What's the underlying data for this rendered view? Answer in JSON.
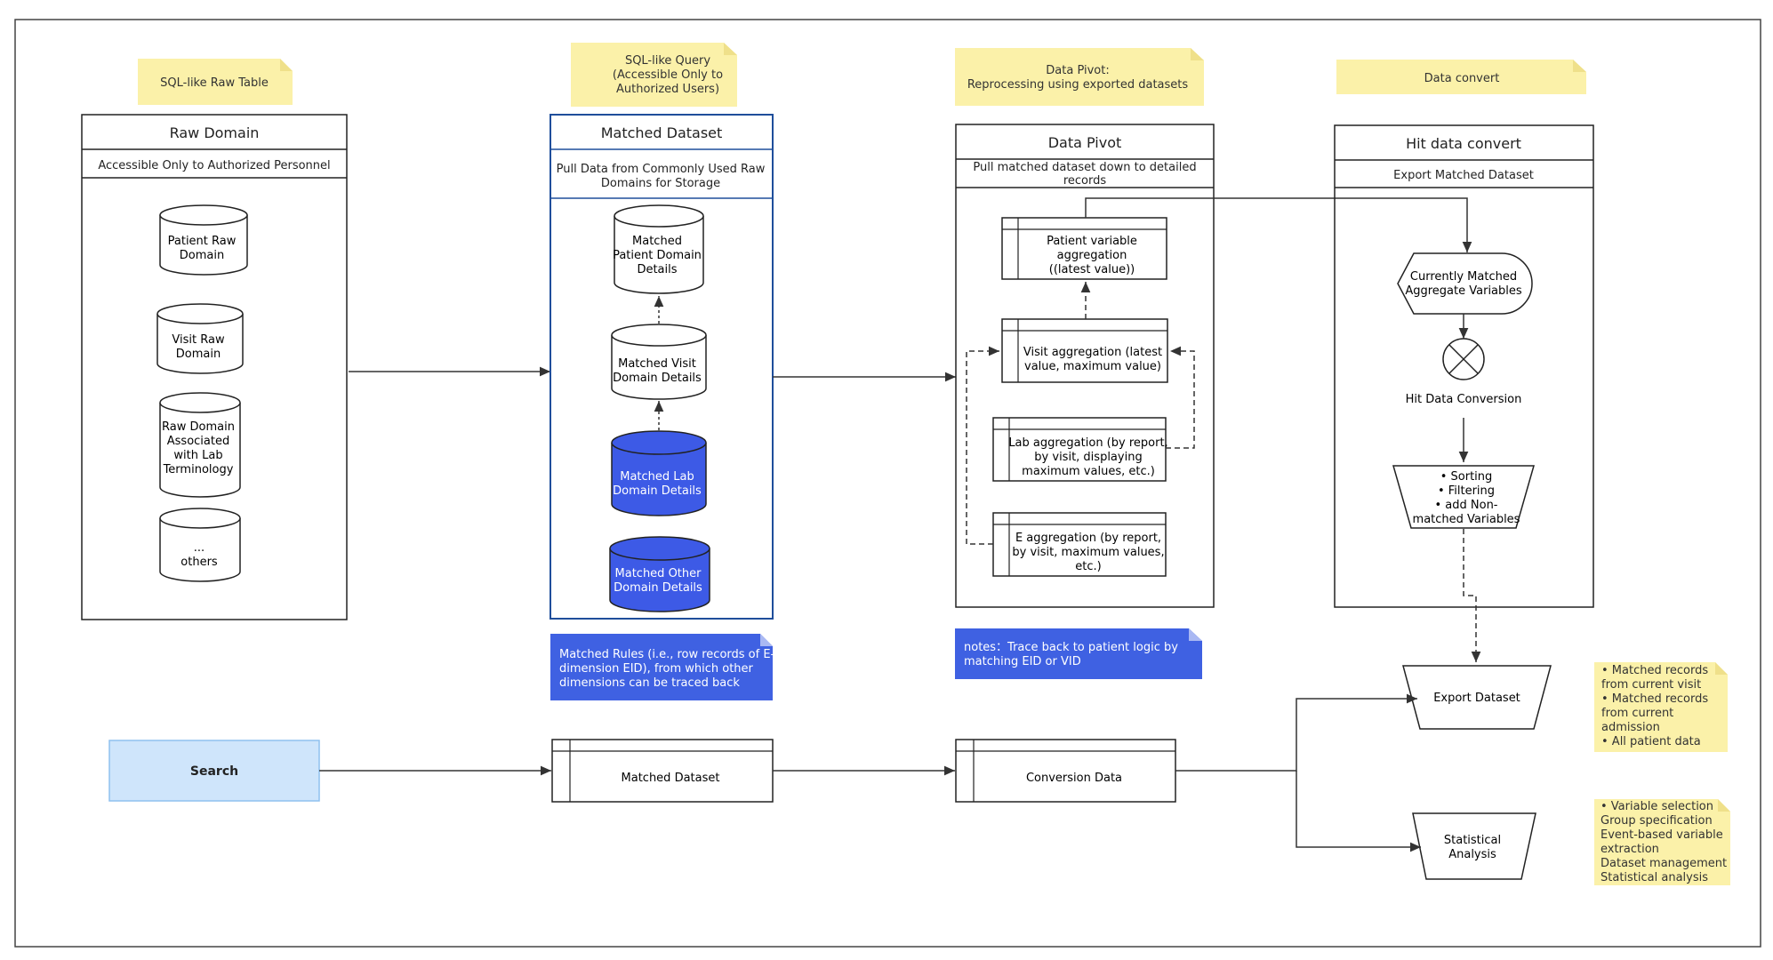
{
  "notes": {
    "raw_table": "SQL-like Raw Table",
    "query": [
      "SQL-like Query",
      "(Accessible Only to",
      "Authorized Users)"
    ],
    "pivot": [
      "Data Pivot:",
      "Reprocessing using exported datasets"
    ],
    "convert": "Data  convert",
    "matched_rules": [
      "Matched Rules (i.e., row records of E-",
      "dimension EID), from which other",
      "dimensions can be traced back"
    ],
    "trace": [
      "notes：Trace back to patient logic by",
      "matching EID or VID"
    ],
    "export_options": [
      "•  Matched records",
      "from current visit",
      "•  Matched records",
      "from current",
      "admission",
      "•  All patient data"
    ],
    "analysis_options": [
      "•  Variable selection",
      "Group specification",
      "Event-based variable",
      "extraction",
      "Dataset management",
      "Statistical analysis"
    ]
  },
  "raw_domain": {
    "title": "Raw Domain",
    "subtitle": "Accessible Only to Authorized Personnel",
    "items": [
      [
        "Patient Raw",
        "Domain"
      ],
      [
        "Visit Raw",
        "Domain"
      ],
      [
        "Raw Domain",
        "Associated",
        "with Lab",
        "Terminology"
      ],
      [
        "...",
        "others"
      ]
    ]
  },
  "matched_dataset": {
    "title": "Matched Dataset",
    "subtitle": [
      "Pull Data from Commonly Used Raw",
      "Domains for Storage"
    ],
    "items": [
      [
        "Matched",
        "Patient Domain",
        "Details"
      ],
      [
        "Matched Visit",
        "Domain Details"
      ],
      [
        "Matched Lab",
        "Domain Details"
      ],
      [
        "Matched Other",
        "Domain Details"
      ]
    ]
  },
  "data_pivot": {
    "title": "Data Pivot",
    "subtitle": [
      "Pull matched dataset down to detailed",
      "records"
    ],
    "items": [
      [
        "Patient variable",
        "aggregation",
        "((latest value))"
      ],
      [
        "Visit aggregation (latest",
        "value, maximum value)"
      ],
      [
        "Lab aggregation (by report,",
        "by visit, displaying",
        "maximum values, etc.)"
      ],
      [
        "E aggregation (by report,",
        "by visit, maximum values,",
        "etc.)"
      ]
    ]
  },
  "hit_convert": {
    "title": "Hit data convert",
    "subtitle": "Export Matched Dataset",
    "display": [
      "Currently Matched",
      "Aggregate Variables"
    ],
    "conversion_label": "Hit Data Conversion",
    "ops": [
      "•  Sorting",
      "•  Filtering",
      "•  add Non-",
      "matched Variables"
    ]
  },
  "flow": {
    "search": "Search",
    "matched": "Matched Dataset",
    "conversion": "Conversion Data",
    "export": "Export Dataset",
    "analysis": [
      "Statistical",
      "Analysis"
    ]
  },
  "colors": {
    "note": "#fbf1a9",
    "note_fold": "#efe08a",
    "blue_fill": "#3d5ae6",
    "blue_note": "#3f61e2",
    "search_fill": "#cfe5fb",
    "search_stroke": "#8fc1ef",
    "matched_border": "#1f4e9b"
  }
}
